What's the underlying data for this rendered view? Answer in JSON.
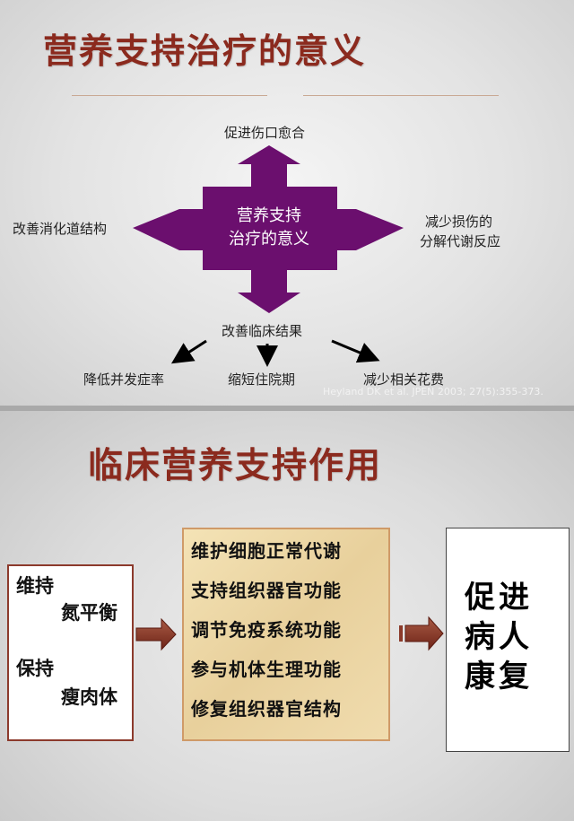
{
  "slide1": {
    "title": "营养支持治疗的意义",
    "center_label": [
      "营养支持",
      "治疗的意义"
    ],
    "arrow_top": "促进伤口愈合",
    "arrow_left": "改善消化道结构",
    "arrow_right": [
      "减少损伤的",
      "分解代谢反应"
    ],
    "arrow_bottom": "改善临床结果",
    "outcomes": [
      "降低并发症率",
      "缩短住院期",
      "减少相关花费"
    ],
    "citation": "Heyland DK et al. JPEN 2003; 27(5):355-373.",
    "colors": {
      "title": "#8b2a1e",
      "cross": "#6b0f6e"
    }
  },
  "slide2": {
    "title": "临床营养支持作用",
    "left_box": {
      "line1": "维持",
      "line2": "氮平衡",
      "line3": "保持",
      "line4": "瘦肉体"
    },
    "middle_box": [
      "维护细胞正常代谢",
      "支持组织器官功能",
      "调节免疫系统功能",
      "参与机体生理功能",
      "修复组织器官结构"
    ],
    "right_box": [
      "促进",
      "病人",
      "康复"
    ],
    "colors": {
      "title": "#8b2a1e",
      "arrow": "#8b3a2a",
      "parchment": "#f0dcae"
    }
  }
}
